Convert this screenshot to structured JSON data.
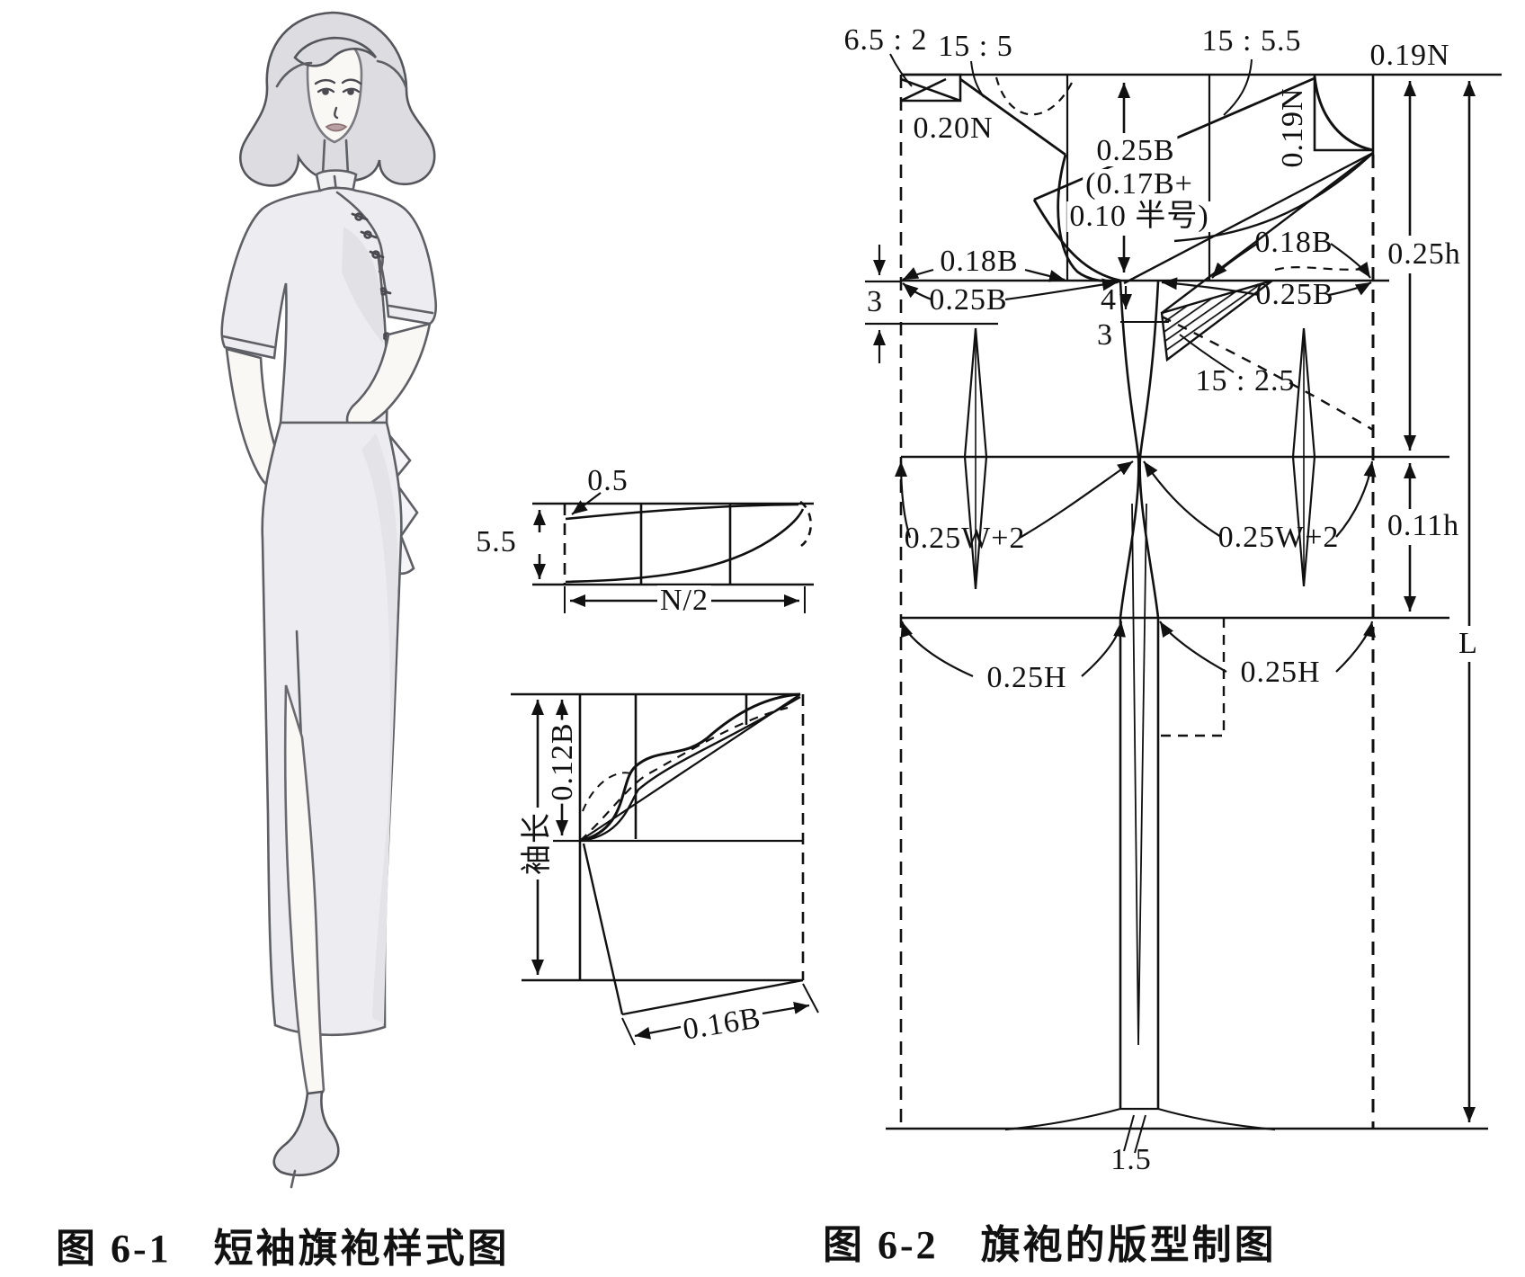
{
  "page": {
    "background": "#ffffff",
    "ink": "#1c1c1c"
  },
  "captions": {
    "left": "图 6-1　短袖旗袍样式图",
    "right": "图 6-2　旗袍的版型制图"
  },
  "collar_diagram": {
    "labels": {
      "front_rise": "0.5",
      "band_height": "5.5",
      "half_neck": "N/2"
    }
  },
  "sleeve_diagram": {
    "labels": {
      "cap_height": "0.12B",
      "sleeve_length": "袖长",
      "cuff_width": "0.16B"
    }
  },
  "pattern_diagram": {
    "labels": {
      "back_collar_ratio": "6.5 : 2",
      "back_neck_ratio": "15 : 5",
      "front_shoulder_ratio": "15 : 5.5",
      "front_neck_width": "0.19N",
      "back_neck_width": "0.20N",
      "armhole_depth_line1": "0.25B",
      "armhole_depth_line2": "(0.17B+",
      "armhole_depth_line3": "0.10 半号)",
      "front_neck_depth": "0.19N",
      "back_width": "0.18B",
      "front_width": "0.18B",
      "back_bust_quarter": "0.25B",
      "front_bust_quarter": "0.25B",
      "back_drop": "3",
      "underarm_drop_front": "4",
      "underarm_drop_back": "3",
      "bust_dart_ratio": "15 : 2.5",
      "back_waist_quarter": "0.25W+2",
      "front_waist_quarter": "0.25W+2",
      "back_hip_quarter": "0.25H",
      "front_hip_quarter": "0.25H",
      "waist_level": "0.25h",
      "hip_level": "0.11h",
      "garment_length": "L",
      "hem_flare": "1.5"
    }
  }
}
